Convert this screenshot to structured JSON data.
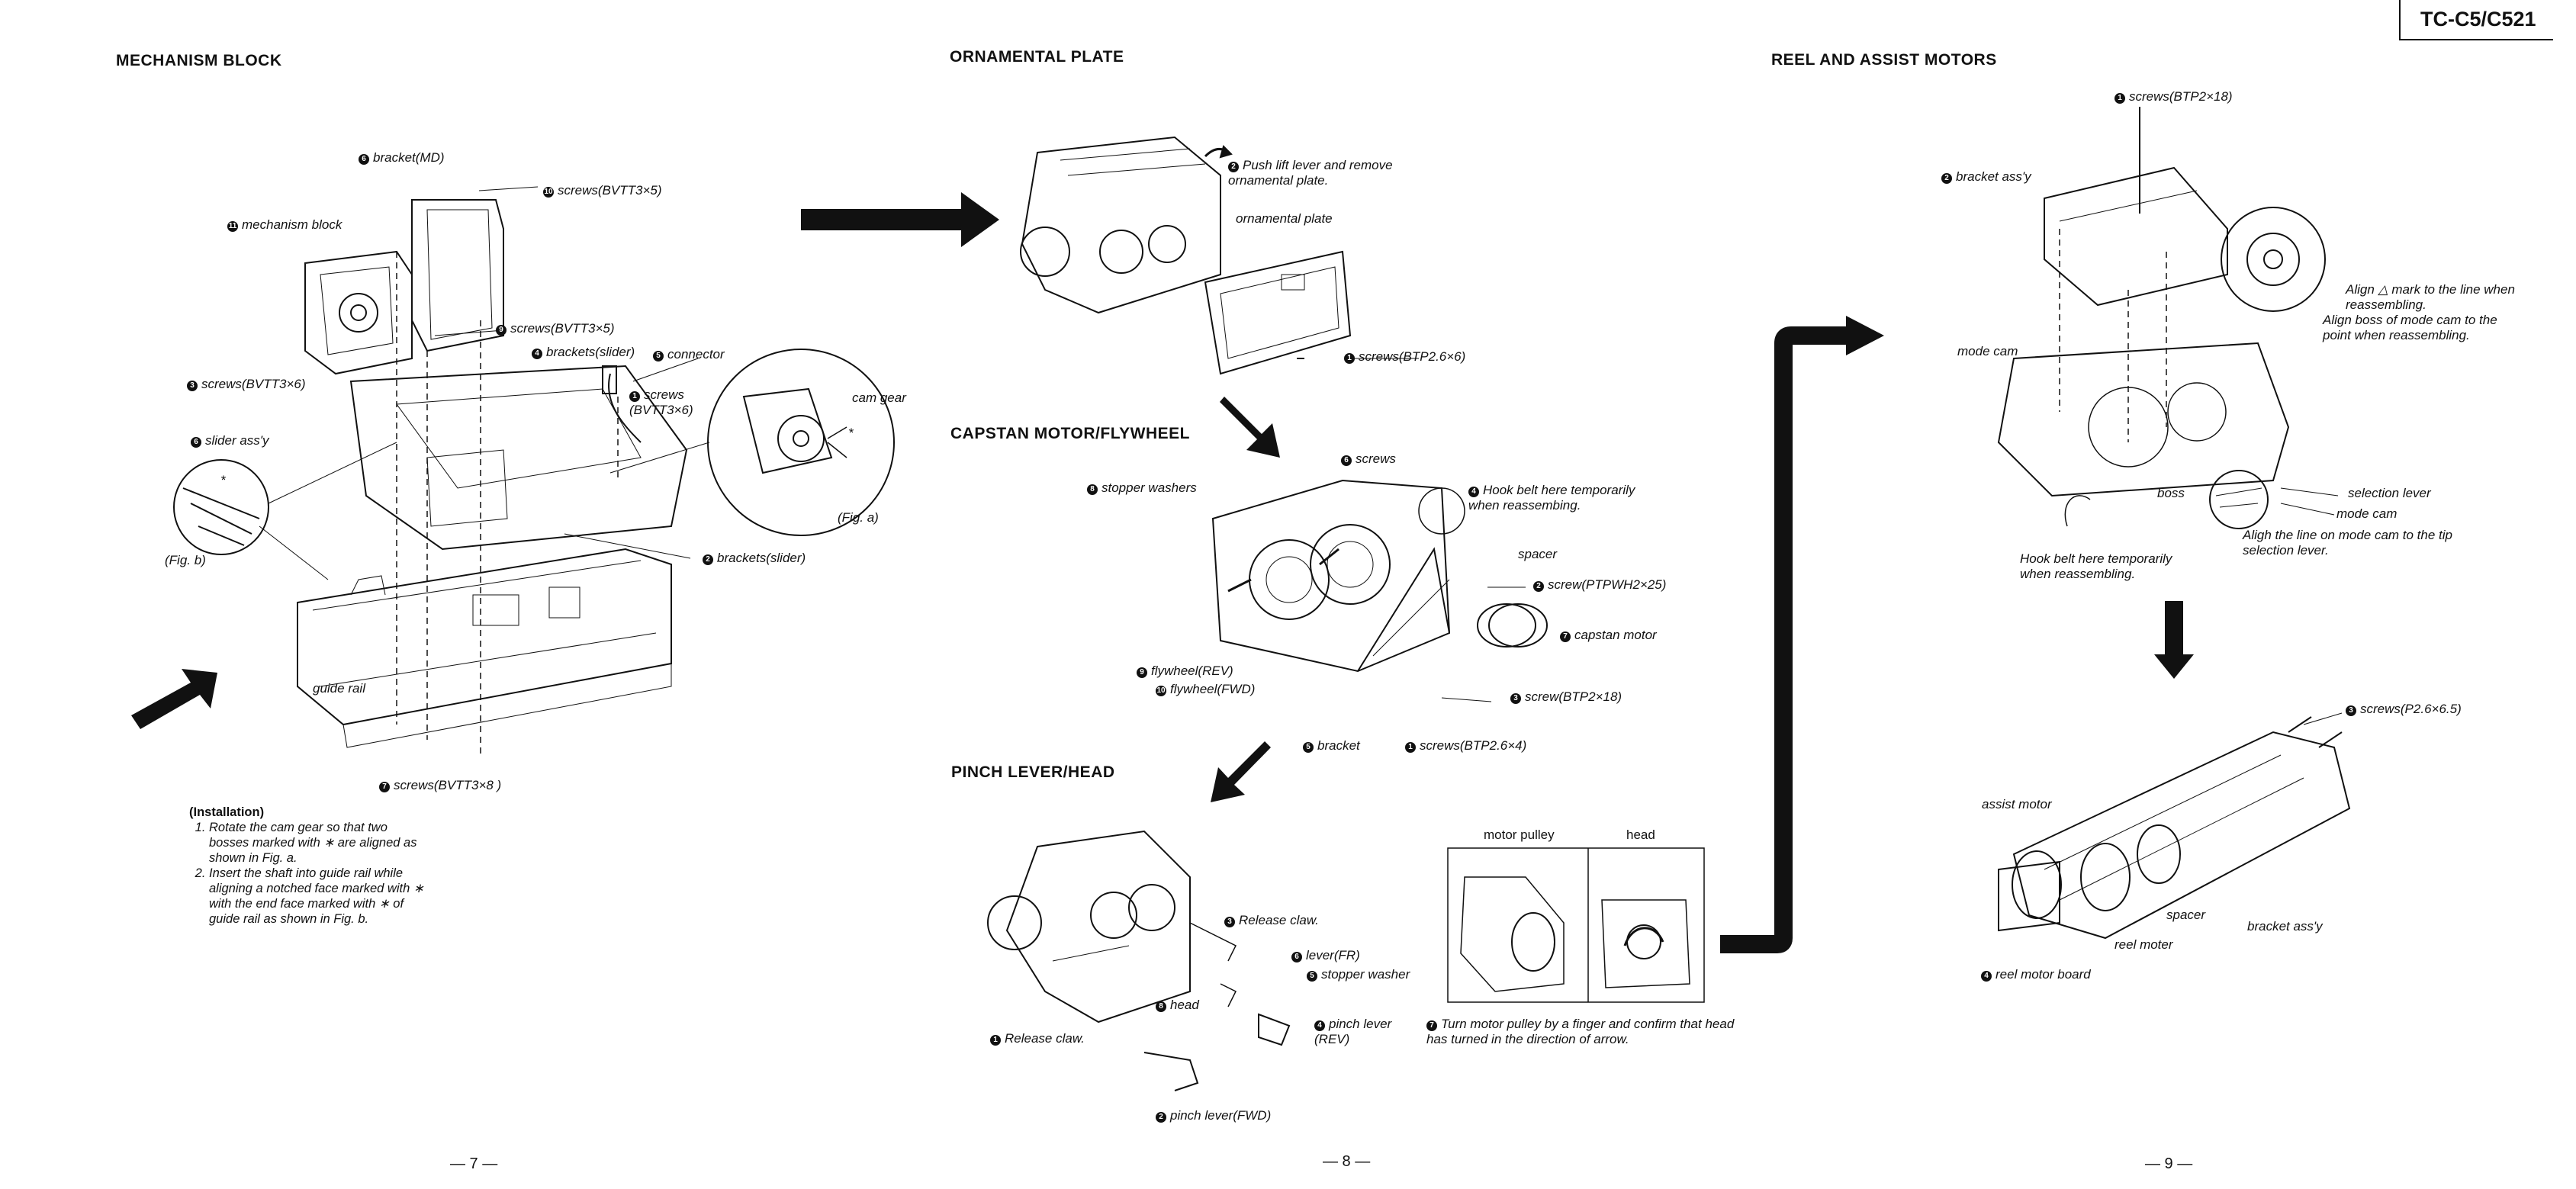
{
  "header": {
    "model": "TC-C5/C521"
  },
  "sections": {
    "mechanism_block": "MECHANISM BLOCK",
    "ornamental_plate": "ORNAMENTAL PLATE",
    "reel_assist": "REEL AND ASSIST MOTORS",
    "capstan": "CAPSTAN MOTOR/FLYWHEEL",
    "pinch": "PINCH LEVER/HEAD"
  },
  "mechanism": {
    "bracket_md": "bracket(MD)",
    "screws_bvtt3x5_top": "screws(BVTT3×5)",
    "mechanism_block": "mechanism block",
    "screws_bvtt3x5": "screws(BVTT3×5)",
    "brackets_slider_top": "brackets(slider)",
    "connector": "connector",
    "screws_bvtt3x6_left": "screws(BVTT3×6)",
    "screws_bvtt3x6_right": "screws (BVTT3×6)",
    "cam_gear": "cam gear",
    "slider_assy": "slider ass'y",
    "fig_a": "(Fig. a)",
    "fig_b": "(Fig. b)",
    "brackets_slider_bottom": "brackets(slider)",
    "guide_rail": "guide rail",
    "screws_bvtt3x8": "screws(BVTT3×8 )",
    "star": "*"
  },
  "installation": {
    "heading": "(Installation)",
    "step1": "Rotate the cam gear so that two bosses marked with ∗ are aligned as shown in Fig. a.",
    "step2": "Insert the shaft into guide rail while aligning a notched face marked with ∗ with the end face marked with ∗ of guide rail as shown in Fig. b."
  },
  "ornamental": {
    "push_lift": "Push lift lever and remove ornamental plate.",
    "plate": "ornamental plate",
    "screws_btp": "screws(BTP2.6×6)"
  },
  "capstan": {
    "screws": "screws",
    "stopper_washers": "stopper washers",
    "hook_belt": "Hook belt here temporarily when reassembing.",
    "spacer": "spacer",
    "screw_ptpwh": "screw(PTPWH2×25)",
    "capstan_motor": "capstan motor",
    "flywheel_rev": "flywheel(REV)",
    "flywheel_fwd": "flywheel(FWD)",
    "screw_btp2x18": "screw(BTP2×18)",
    "bracket": "bracket",
    "screws_btp26x4": "screws(BTP2.6×4)"
  },
  "pinch": {
    "release_claw_right": "Release claw.",
    "lever_fr": "lever(FR)",
    "stopper_washer": "stopper washer",
    "head": "head",
    "pinch_rev": "pinch lever (REV)",
    "release_claw_left": "Release claw.",
    "pinch_fwd": "pinch lever(FWD)"
  },
  "inset": {
    "motor_pulley": "motor pulley",
    "head": "head",
    "turn_motor": "Turn motor pulley by a finger and confirm that head has turned in the direction of arrow."
  },
  "reel": {
    "screws_btp2x18": "screws(BTP2×18)",
    "bracket_assy": "bracket ass'y",
    "align_mark": "Align △ mark to the line when reassembling.",
    "align_boss": "Align boss of mode cam to the point when reassembling.",
    "mode_cam_left": "mode cam",
    "boss": "boss",
    "selection_lever": "selection lever",
    "mode_cam_right": "mode cam",
    "align_line": "Aligh the line on mode cam to the tip selection lever.",
    "hook_belt": "Hook belt here temporarily when reassembling.",
    "screws_p26x65": "screws(P2.6×6.5)",
    "assist_motor": "assist motor",
    "spacer": "spacer",
    "bracket_assy_bottom": "bracket ass'y",
    "reel_motor": "reel moter",
    "reel_motor_board": "reel motor board"
  },
  "callouts": {
    "n1": "1",
    "n2": "2",
    "n3": "3",
    "n4": "4",
    "n5": "5",
    "n6": "6",
    "n7": "7",
    "n8": "8",
    "n9": "9",
    "n10": "10",
    "n11": "11"
  },
  "pages": {
    "p7": "— 7 —",
    "p8": "— 8 —",
    "p9": "— 9 —"
  }
}
